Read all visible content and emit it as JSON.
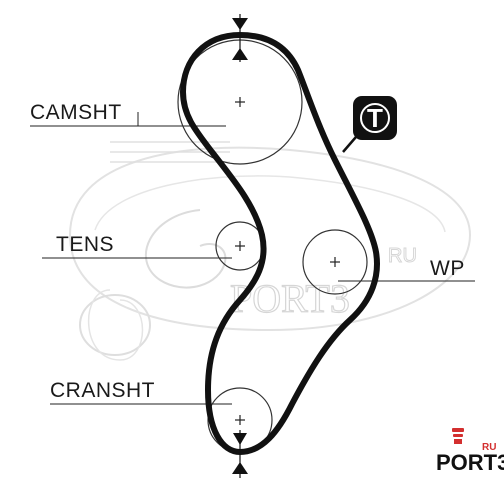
{
  "labels": {
    "camshaft": "CAMSHT",
    "tensioner": "TENS",
    "water_pump": "WP",
    "crankshaft": "CRANSHT"
  },
  "tensioner_badge": {
    "letter": "T"
  },
  "watermark": {
    "brand": "PORT3",
    "suffix": "RU"
  },
  "corner_logo": {
    "brand": "PORT3",
    "suffix": "RU",
    "accent_color": "#d32f2f"
  },
  "colors": {
    "belt": "#111111",
    "pulley": "#333333",
    "watermark": "#d6d6d6"
  }
}
